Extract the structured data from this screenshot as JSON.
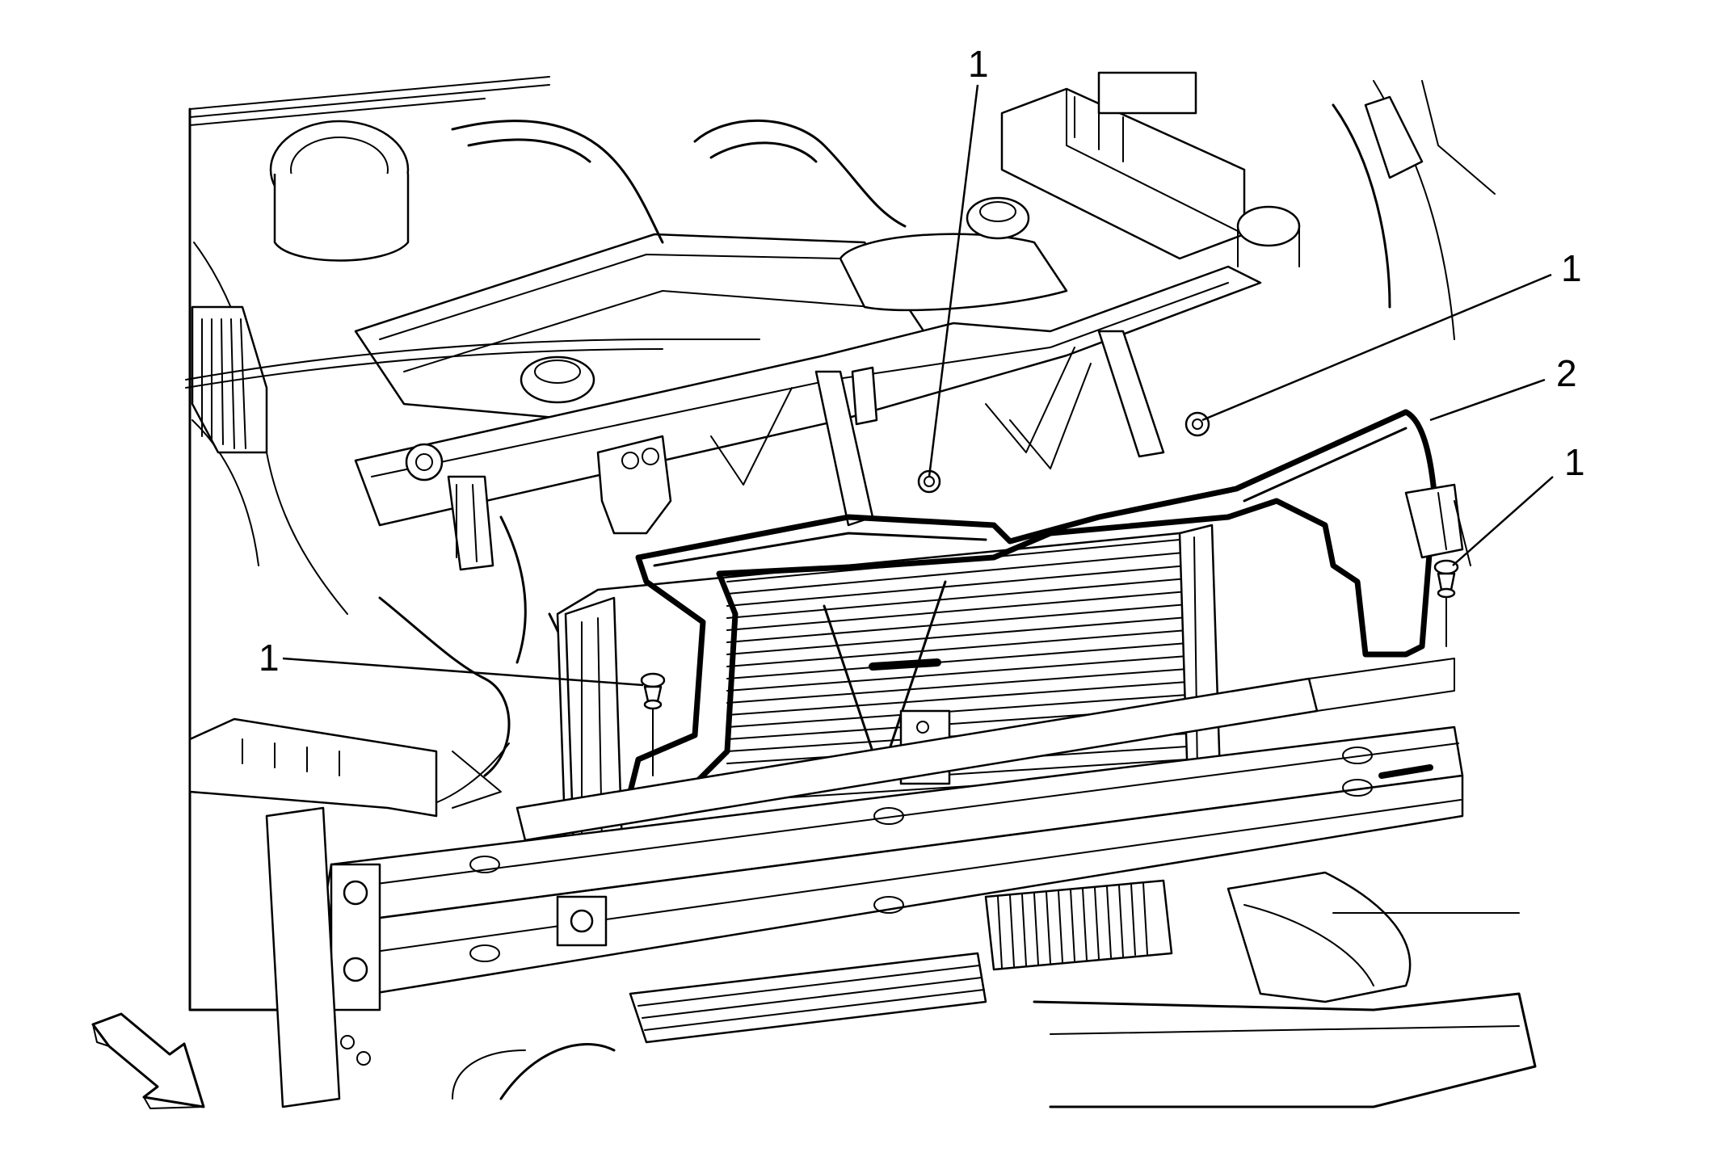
{
  "callouts": [
    {
      "id": "c1",
      "label": "1"
    },
    {
      "id": "c2",
      "label": "1"
    },
    {
      "id": "c3",
      "label": "2"
    },
    {
      "id": "c4",
      "label": "1"
    },
    {
      "id": "c5",
      "label": "1"
    }
  ],
  "colors": {
    "line": "#000000",
    "background": "#ffffff"
  },
  "icons": {
    "front_arrow": "vehicle-front-direction-arrow-icon"
  }
}
